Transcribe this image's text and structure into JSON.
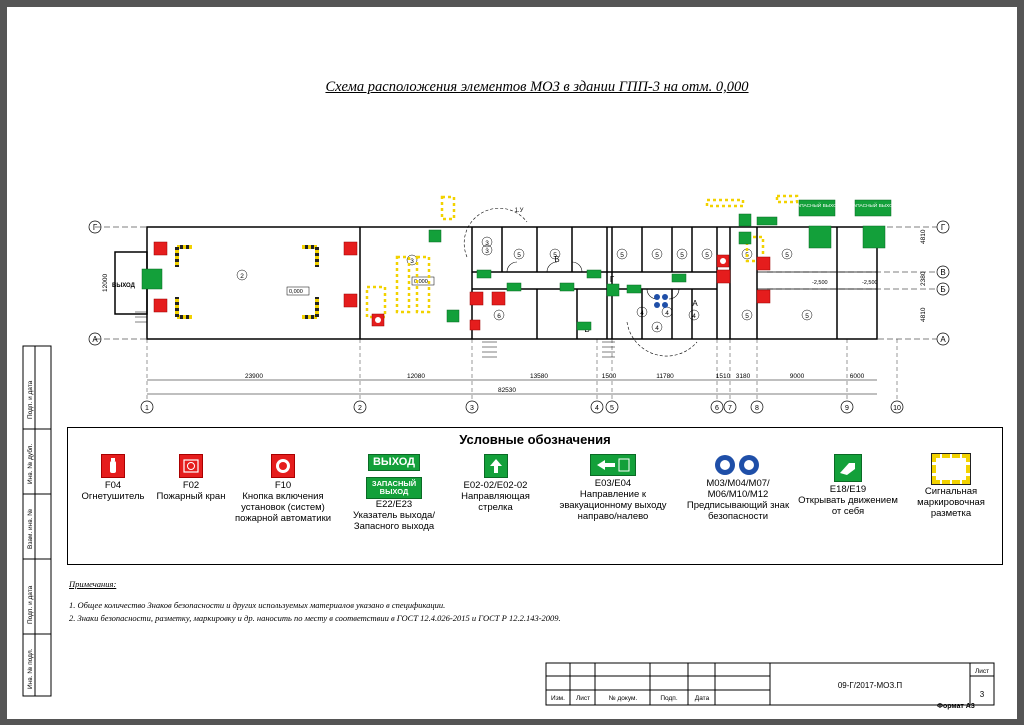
{
  "title": "Схема расположения элементов МОЗ в здании ГПП-3 на отм. 0,000",
  "plan": {
    "axes_letters": [
      "Г",
      "В",
      "Б",
      "А"
    ],
    "axes_numbers": [
      "1",
      "2",
      "3",
      "4",
      "5",
      "6",
      "7",
      "8",
      "9",
      "10"
    ],
    "row_dims": [
      "4810",
      "2380",
      "4810"
    ],
    "side_dim": "12000",
    "col_dims": [
      "23900",
      "12080",
      "13580",
      "1500",
      "11780",
      "1510",
      "3180",
      "9000",
      "6000"
    ],
    "total_dim": "82530",
    "level_marks": [
      "0,000",
      "0,000",
      "-2,500",
      "-2,500"
    ],
    "room_numbers": [
      "2",
      "3",
      "3",
      "3",
      "5",
      "5",
      "5",
      "5",
      "5",
      "5",
      "5",
      "6",
      "4",
      "4",
      "4",
      "4",
      "5",
      "5",
      "5"
    ],
    "room_letters": [
      "Б",
      "В",
      "Г",
      "А"
    ],
    "exit_label": "ВЫХОД",
    "spare_exit_label": "ЗАПАСНЫЙ ВЫХОД",
    "callout": "1.У"
  },
  "legend": {
    "title": "Условные обозначения",
    "items": [
      {
        "code": "F04",
        "text": "Огнетушитель",
        "icon": "fire-extinguisher-icon"
      },
      {
        "code": "F02",
        "text": "Пожарный кран",
        "icon": "fire-hose-icon"
      },
      {
        "code": "F10",
        "text": "Кнопка включения установок (систем) пожарной автоматики",
        "icon": "fire-alarm-button-icon"
      },
      {
        "code": "E22/E23",
        "text": "Указатель выхода/Запасного выхода",
        "label1": "ВЫХОД",
        "label2": "ЗАПАСНЫЙ ВЫХОД",
        "icon": "exit-sign-icon"
      },
      {
        "code": "E02-02/E02-02",
        "text": "Направляющая стрелка",
        "icon": "arrow-up-icon"
      },
      {
        "code": "E03/E04",
        "text": "Направление к эвакуационному выходу направо/налево",
        "icon": "evacuation-direction-icon"
      },
      {
        "code": "M03/M04/M07/ M06/M10/M12",
        "text": "Предписывающий знак безопасности",
        "icon": "mandatory-sign-icon"
      },
      {
        "code": "E18/E19",
        "text": "Открывать движением от себя",
        "icon": "push-door-icon"
      },
      {
        "code": "",
        "text": "Сигнальная маркировочная разметка",
        "icon": "hazard-marking-icon"
      }
    ]
  },
  "notes": {
    "heading": "Примечания:",
    "lines": [
      "1. Общее количество Знаков безопасности и других используемых материалов указано в спецификации.",
      "2. Знаки безопасности, разметку, маркировку и др. наносить по месту в соответствии в ГОСТ 12.4.026-2015 и ГОСТ Р 12.2.143-2009."
    ]
  },
  "side_stamp": [
    "Подп. и дата",
    "Инв. № дубл.",
    "Взам. инв. №",
    "Подп. и дата",
    "Инв. № подл."
  ],
  "stamp": {
    "headers": [
      "Изм.",
      "Лист",
      "№ докум.",
      "Подп.",
      "Дата"
    ],
    "code": "09-Г/2017-МОЗ.П",
    "sheet_label": "Лист",
    "sheet_no": "3",
    "format": "Формат А3"
  },
  "colors": {
    "red": "#e51d1d",
    "green": "#13a03a",
    "yellow": "#f2d200",
    "blue": "#1f4fa8"
  }
}
